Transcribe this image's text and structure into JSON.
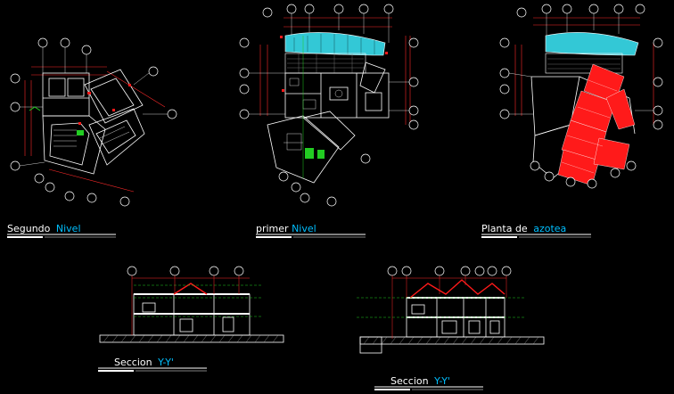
{
  "drawing": {
    "background": "#000000",
    "colors": {
      "wall": "#ffffff",
      "dimension": "#ff2a2a",
      "axis_bubble": "#ffffff",
      "water": "#33c8d6",
      "roof": "#ff1a1a",
      "garden": "#22cc22",
      "text_accent": "#00bfff",
      "title_underline": "#ffffff"
    },
    "titles": {
      "segundo_nivel": {
        "word1": "Segundo",
        "word2": "Nivel"
      },
      "primer_nivel": {
        "word1": "primer",
        "word2": "Nivel"
      },
      "planta_azotea": {
        "word1": "Planta de",
        "word2": "azotea"
      },
      "seccion_1": {
        "word1": "Seccion",
        "word2": "Y-Y'"
      },
      "seccion_2": {
        "word1": "Seccion",
        "word2": "Y-Y'"
      }
    }
  }
}
